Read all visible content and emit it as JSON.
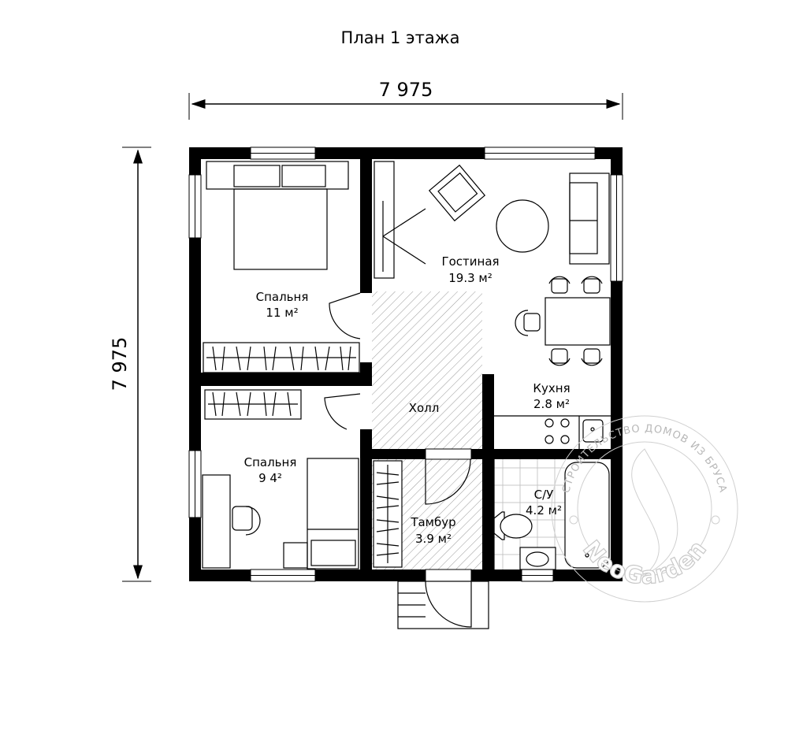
{
  "title": "План 1 этажа",
  "dimensions": {
    "width": "7 975",
    "height": "7 975"
  },
  "rooms": [
    {
      "name": "Спальня",
      "area": "11 м²"
    },
    {
      "name": "Гостиная",
      "area": "19.3 м²"
    },
    {
      "name": "Холл",
      "area": ""
    },
    {
      "name": "Кухня",
      "area": "2.8 м²"
    },
    {
      "name": "Спальня",
      "area": "9 4²"
    },
    {
      "name": "С/У",
      "area": "4.2 м²"
    },
    {
      "name": "Тамбур",
      "area": "3.9 м²"
    }
  ],
  "watermark": {
    "arc_text": "СТРОИТЕЛЬСТВО ДОМОВ ИЗ БРУСА",
    "brand": "NeoGarden"
  },
  "colors": {
    "wall": "#000000",
    "hatch": "#9a9a9a",
    "watermark": "#d0d0d0"
  }
}
